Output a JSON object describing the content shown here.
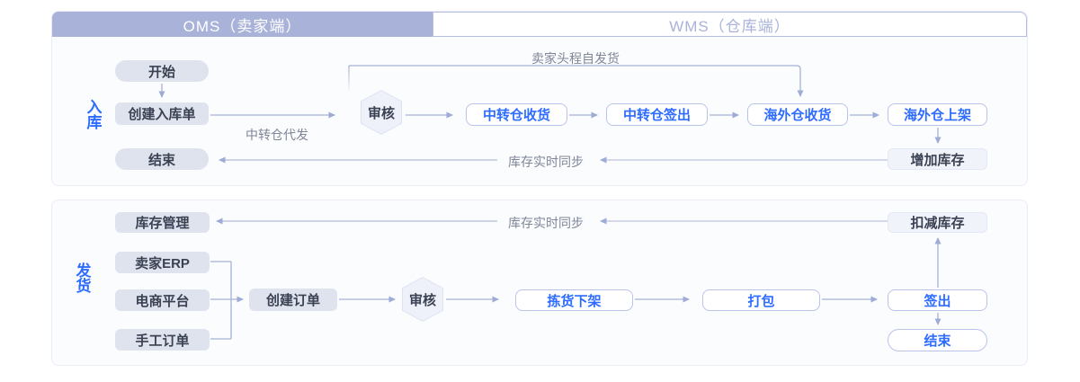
{
  "header": {
    "oms_label": "OMS（卖家端）",
    "wms_label": "WMS（仓库端）"
  },
  "colors": {
    "brand_periwinkle": "#a9b2d9",
    "accent_blue": "#2e6cff",
    "connector_line": "#a7b2d6",
    "gray_node_bg": "#dfe3ee",
    "card_bg": "#fbfcfe"
  },
  "inbound": {
    "section_label": "入库",
    "nodes": {
      "start": "开始",
      "create_inbound_order": "创建入库单",
      "end": "结束",
      "audit": "审核",
      "transit_receive": "中转仓收货",
      "transit_checkout": "中转仓签出",
      "overseas_receive": "海外仓收货",
      "overseas_shelve": "海外仓上架",
      "add_stock": "增加库存"
    },
    "edge_labels": {
      "transit_dropship": "中转仓代发",
      "seller_self_delivery": "卖家头程自发货",
      "inventory_sync": "库存实时同步"
    }
  },
  "outbound": {
    "section_label": "发货",
    "nodes": {
      "inventory_management": "库存管理",
      "seller_erp": "卖家ERP",
      "ecommerce_platform": "电商平台",
      "manual_order": "手工订单",
      "create_order": "创建订单",
      "audit": "审核",
      "pick_off_shelf": "拣货下架",
      "pack": "打包",
      "checkout": "签出",
      "end": "结束",
      "deduct_stock": "扣减库存"
    },
    "edge_labels": {
      "inventory_sync": "库存实时同步"
    }
  }
}
